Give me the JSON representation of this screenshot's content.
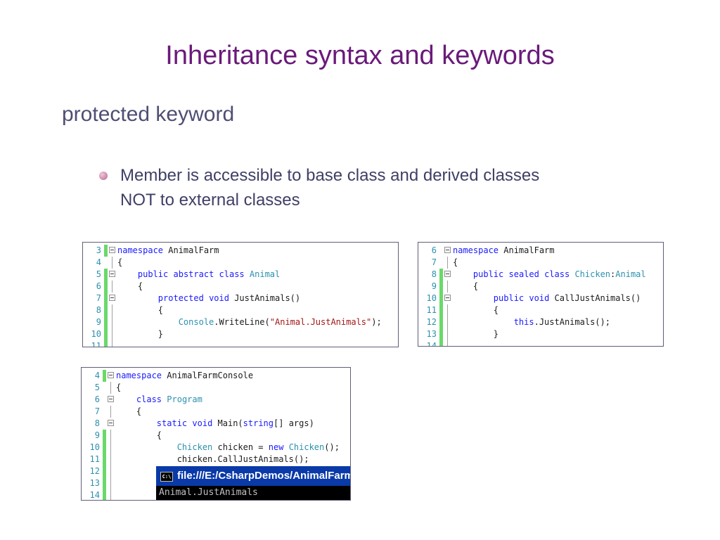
{
  "slide": {
    "title": "Inheritance syntax and keywords",
    "subtitle": "protected keyword",
    "bullet_line1": "Member is accessible to base class and derived classes",
    "bullet_line2": "NOT to external classes"
  },
  "code_animal": [
    {
      "ln": "3",
      "bar": true,
      "fold": true,
      "guide": false,
      "seg": [
        {
          "t": "namespace",
          "c": "kw"
        },
        {
          "t": " AnimalFarm",
          "c": ""
        }
      ]
    },
    {
      "ln": "4",
      "bar": false,
      "fold": false,
      "guide": true,
      "seg": [
        {
          "t": "{",
          "c": ""
        }
      ]
    },
    {
      "ln": "5",
      "bar": true,
      "fold": true,
      "guide": false,
      "seg": [
        {
          "t": "    ",
          "c": ""
        },
        {
          "t": "public",
          "c": "kw"
        },
        {
          "t": " ",
          "c": ""
        },
        {
          "t": "abstract",
          "c": "kw"
        },
        {
          "t": " ",
          "c": ""
        },
        {
          "t": "class",
          "c": "kw"
        },
        {
          "t": " ",
          "c": ""
        },
        {
          "t": "Animal",
          "c": "ty"
        }
      ]
    },
    {
      "ln": "6",
      "bar": true,
      "fold": false,
      "guide": true,
      "seg": [
        {
          "t": "    {",
          "c": ""
        }
      ]
    },
    {
      "ln": "7",
      "bar": true,
      "fold": true,
      "guide": false,
      "seg": [
        {
          "t": "        ",
          "c": ""
        },
        {
          "t": "protected",
          "c": "kw"
        },
        {
          "t": " ",
          "c": ""
        },
        {
          "t": "void",
          "c": "kw"
        },
        {
          "t": " JustAnimals()",
          "c": ""
        }
      ]
    },
    {
      "ln": "8",
      "bar": true,
      "fold": false,
      "guide": true,
      "seg": [
        {
          "t": "        {",
          "c": ""
        }
      ]
    },
    {
      "ln": "9",
      "bar": true,
      "fold": false,
      "guide": true,
      "seg": [
        {
          "t": "            ",
          "c": ""
        },
        {
          "t": "Console",
          "c": "ty"
        },
        {
          "t": ".WriteLine(",
          "c": ""
        },
        {
          "t": "\"Animal.JustAnimals\"",
          "c": "str"
        },
        {
          "t": ");",
          "c": ""
        }
      ]
    },
    {
      "ln": "10",
      "bar": true,
      "fold": false,
      "guide": true,
      "seg": [
        {
          "t": "        }",
          "c": ""
        }
      ]
    },
    {
      "ln": "11",
      "bar": true,
      "fold": false,
      "guide": true,
      "seg": [
        {
          "t": "",
          "c": ""
        }
      ]
    }
  ],
  "code_chicken": [
    {
      "ln": "6",
      "bar": false,
      "fold": true,
      "guide": false,
      "seg": [
        {
          "t": "namespace",
          "c": "kw"
        },
        {
          "t": " AnimalFarm",
          "c": ""
        }
      ]
    },
    {
      "ln": "7",
      "bar": false,
      "fold": false,
      "guide": true,
      "seg": [
        {
          "t": "{",
          "c": ""
        }
      ]
    },
    {
      "ln": "8",
      "bar": true,
      "fold": true,
      "guide": false,
      "seg": [
        {
          "t": "    ",
          "c": ""
        },
        {
          "t": "public",
          "c": "kw"
        },
        {
          "t": " ",
          "c": ""
        },
        {
          "t": "sealed",
          "c": "kw"
        },
        {
          "t": " ",
          "c": ""
        },
        {
          "t": "class",
          "c": "kw"
        },
        {
          "t": " ",
          "c": ""
        },
        {
          "t": "Chicken",
          "c": "ty"
        },
        {
          "t": ":",
          "c": ""
        },
        {
          "t": "Animal",
          "c": "ty"
        }
      ]
    },
    {
      "ln": "9",
      "bar": true,
      "fold": false,
      "guide": true,
      "seg": [
        {
          "t": "    {",
          "c": ""
        }
      ]
    },
    {
      "ln": "10",
      "bar": true,
      "fold": true,
      "guide": false,
      "seg": [
        {
          "t": "        ",
          "c": ""
        },
        {
          "t": "public",
          "c": "kw"
        },
        {
          "t": " ",
          "c": ""
        },
        {
          "t": "void",
          "c": "kw"
        },
        {
          "t": " CallJustAnimals()",
          "c": ""
        }
      ]
    },
    {
      "ln": "11",
      "bar": true,
      "fold": false,
      "guide": true,
      "seg": [
        {
          "t": "        {",
          "c": ""
        }
      ]
    },
    {
      "ln": "12",
      "bar": true,
      "fold": false,
      "guide": true,
      "seg": [
        {
          "t": "            ",
          "c": ""
        },
        {
          "t": "this",
          "c": "kw"
        },
        {
          "t": ".JustAnimals();",
          "c": ""
        }
      ]
    },
    {
      "ln": "13",
      "bar": true,
      "fold": false,
      "guide": true,
      "seg": [
        {
          "t": "        }",
          "c": ""
        }
      ]
    },
    {
      "ln": "14",
      "bar": true,
      "fold": false,
      "guide": true,
      "seg": [
        {
          "t": "",
          "c": ""
        }
      ]
    }
  ],
  "code_console": [
    {
      "ln": "4",
      "bar": true,
      "fold": true,
      "guide": false,
      "seg": [
        {
          "t": "namespace",
          "c": "kw"
        },
        {
          "t": " AnimalFarmConsole",
          "c": ""
        }
      ]
    },
    {
      "ln": "5",
      "bar": false,
      "fold": false,
      "guide": true,
      "seg": [
        {
          "t": "{",
          "c": ""
        }
      ]
    },
    {
      "ln": "6",
      "bar": false,
      "fold": true,
      "guide": false,
      "seg": [
        {
          "t": "    ",
          "c": ""
        },
        {
          "t": "class",
          "c": "kw"
        },
        {
          "t": " ",
          "c": ""
        },
        {
          "t": "Program",
          "c": "ty"
        }
      ]
    },
    {
      "ln": "7",
      "bar": false,
      "fold": false,
      "guide": true,
      "seg": [
        {
          "t": "    {",
          "c": ""
        }
      ]
    },
    {
      "ln": "8",
      "bar": false,
      "fold": true,
      "guide": false,
      "seg": [
        {
          "t": "        ",
          "c": ""
        },
        {
          "t": "static",
          "c": "kw"
        },
        {
          "t": " ",
          "c": ""
        },
        {
          "t": "void",
          "c": "kw"
        },
        {
          "t": " Main(",
          "c": ""
        },
        {
          "t": "string",
          "c": "kw"
        },
        {
          "t": "[] args)",
          "c": ""
        }
      ]
    },
    {
      "ln": "9",
      "bar": true,
      "fold": false,
      "guide": true,
      "seg": [
        {
          "t": "        {",
          "c": ""
        }
      ]
    },
    {
      "ln": "10",
      "bar": true,
      "fold": false,
      "guide": true,
      "seg": [
        {
          "t": "            ",
          "c": ""
        },
        {
          "t": "Chicken",
          "c": "ty"
        },
        {
          "t": " chicken = ",
          "c": ""
        },
        {
          "t": "new",
          "c": "kw"
        },
        {
          "t": " ",
          "c": ""
        },
        {
          "t": "Chicken",
          "c": "ty"
        },
        {
          "t": "();",
          "c": ""
        }
      ]
    },
    {
      "ln": "11",
      "bar": true,
      "fold": false,
      "guide": true,
      "seg": [
        {
          "t": "            chicken.CallJustAnimals();",
          "c": ""
        }
      ]
    },
    {
      "ln": "12",
      "bar": true,
      "fold": false,
      "guide": true,
      "seg": [
        {
          "t": "",
          "c": ""
        }
      ]
    },
    {
      "ln": "13",
      "bar": true,
      "fold": false,
      "guide": true,
      "seg": [
        {
          "t": "",
          "c": ""
        }
      ]
    },
    {
      "ln": "14",
      "bar": true,
      "fold": false,
      "guide": true,
      "seg": [
        {
          "t": "",
          "c": ""
        }
      ]
    }
  ],
  "console_window": {
    "icon_text": "C:\\",
    "title": "file:///E:/CsharpDemos/AnimalFarmC",
    "output": "Animal.JustAnimals"
  },
  "colors": {
    "title": "#6a1a7a",
    "keyword": "#1a1aff",
    "type": "#2b91af",
    "string": "#a31515",
    "change_bar": "#6ad96a",
    "console_titlebar": "#0a3aa8"
  }
}
